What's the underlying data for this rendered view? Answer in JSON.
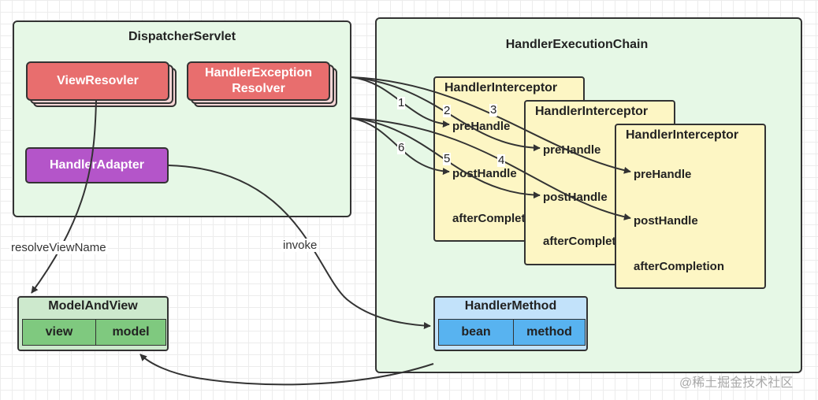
{
  "dispatcher": {
    "title": "DispatcherServlet",
    "view_resolver": "ViewResovler",
    "exception_resolver_line1": "HandlerException",
    "exception_resolver_line2": "Resolver",
    "handler_adapter": "HandlerAdapter"
  },
  "chain": {
    "title": "HandlerExecutionChain",
    "interceptors": [
      {
        "title": "HandlerInterceptor",
        "pre": "preHandle",
        "post": "postHandle",
        "after": "afterCompletion"
      },
      {
        "title": "HandlerInterceptor",
        "pre": "preHandle",
        "post": "postHandle",
        "after": "afterCompletion"
      },
      {
        "title": "HandlerInterceptor",
        "pre": "preHandle",
        "post": "postHandle",
        "after": "afterCompletion"
      }
    ]
  },
  "model_and_view": {
    "title": "ModelAndView",
    "view": "view",
    "model": "model"
  },
  "handler_method": {
    "title": "HandlerMethod",
    "bean": "bean",
    "method": "method"
  },
  "edges": {
    "resolve_view_name": "resolveViewName",
    "invoke": "invoke",
    "steps": [
      "1",
      "2",
      "3",
      "4",
      "5",
      "6"
    ]
  },
  "colors": {
    "container": "#e6f8e6",
    "red": "#e86e6e",
    "purple": "#b455c9",
    "yellow": "#fdf6c4",
    "green": "#7fc97f",
    "blue": "#58b3f0"
  },
  "watermark": "@稀土掘金技术社区"
}
